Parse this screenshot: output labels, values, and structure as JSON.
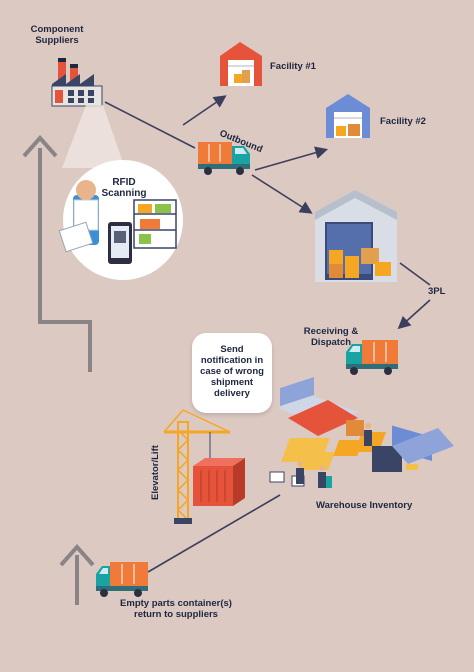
{
  "labels": {
    "component_suppliers": "Component\nSuppliers",
    "facility_1": "Facility #1",
    "facility_2": "Facility #2",
    "outbound": "Outbound",
    "rfid_scanning": "RFID\nScanning",
    "third_party_logistics": "3PL",
    "receiving_dispatch": "Receiving &\nDispatch",
    "send_notification": "Send\nnotification in\ncase of wrong\nshipment\ndelivery",
    "elevator_lift": "Elevator/Lift",
    "warehouse_inventory": "Warehouse Inventory",
    "empty_containers": "Empty parts container(s)\nreturn to suppliers"
  },
  "colors": {
    "background": "#dcc9c2",
    "text": "#1e2640",
    "arrow": "#3c3f5c",
    "return_path": "#8a8486",
    "truck_cab": "#1aa3a3",
    "truck_cargo": "#f07a38",
    "warehouse_red": "#e5533a",
    "warehouse_blue": "#6c8dd6",
    "crane_yellow": "#f5a623"
  },
  "icons": [
    "factory-icon",
    "warehouse-icon",
    "truck-icon",
    "rfid-scanner-icon",
    "crane-icon",
    "shipping-container-icon",
    "warehouse-inventory-icon"
  ]
}
